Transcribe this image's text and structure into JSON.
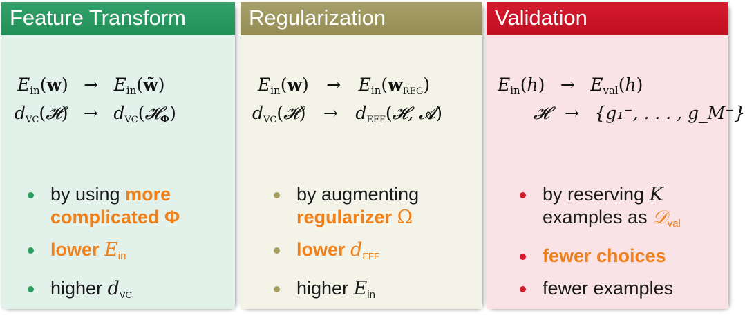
{
  "panels": {
    "feature": {
      "title": "Feature Transform",
      "line1": {
        "lhs_sym": "E",
        "lhs_sub": "in",
        "lhs_arg": "w",
        "arrow": "→",
        "rhs_sym": "E",
        "rhs_sub": "in",
        "rhs_arg": "w̃"
      },
      "line2": {
        "lhs_sym": "d",
        "lhs_sub": "VC",
        "lhs_arg": "𝓗",
        "arrow": "→",
        "rhs_sym": "d",
        "rhs_sub": "VC",
        "rhs_arg": "𝓗",
        "rhs_arg_sub": "Φ"
      },
      "bullets": {
        "b1_pre": "by using",
        "b1_hl": "more complicated Φ",
        "b2_hl": "lower",
        "b2_sym": "E",
        "b2_sub": "in",
        "b3_pre": "higher",
        "b3_sym": "d",
        "b3_sub": "VC"
      }
    },
    "regularization": {
      "title": "Regularization",
      "line1": {
        "lhs_sym": "E",
        "lhs_sub": "in",
        "lhs_arg": "w",
        "arrow": "→",
        "rhs_sym": "E",
        "rhs_sub": "in",
        "rhs_arg": "w",
        "rhs_arg_sub": "REG"
      },
      "line2": {
        "lhs_sym": "d",
        "lhs_sub": "VC",
        "lhs_arg": "𝓗",
        "arrow": "→",
        "rhs_sym": "d",
        "rhs_sub": "EFF",
        "rhs_arg": "𝓗, 𝓐"
      },
      "bullets": {
        "b1_pre": "by augmenting",
        "b1_hl": "regularizer",
        "b1_sym": "Ω",
        "b2_hl": "lower",
        "b2_sym": "d",
        "b2_sub": "EFF",
        "b3_pre": "higher",
        "b3_sym": "E",
        "b3_sub": "in"
      }
    },
    "validation": {
      "title": "Validation",
      "line1": {
        "lhs_sym": "E",
        "lhs_sub": "in",
        "lhs_arg": "h",
        "arrow": "→",
        "rhs_sym": "E",
        "rhs_sub": "val",
        "rhs_arg": "h"
      },
      "line2": {
        "lhs_sym": "𝓗",
        "arrow": "→",
        "rhs_set": "{g₁⁻, . . . , g_M⁻}"
      },
      "bullets": {
        "b1_pre": "by reserving",
        "b1_sym": "K",
        "b1_post": "examples as",
        "b1_hl_sym": "𝒟",
        "b1_hl_sub": "val",
        "b2_hl": "fewer choices",
        "b3_pre": "fewer examples"
      }
    }
  }
}
